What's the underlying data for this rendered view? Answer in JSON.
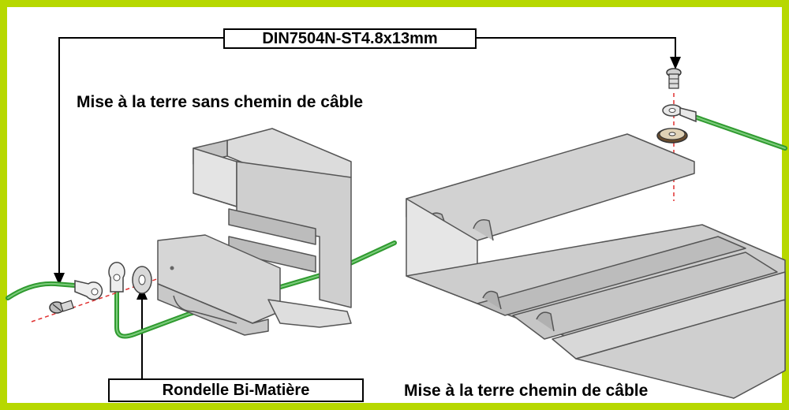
{
  "callout_screw": "DIN7504N-ST4.8x13mm",
  "callout_washer": "Rondelle Bi-Matière",
  "title_left": "Mise à la terre sans chemin de câble",
  "title_right": "Mise à la terre chemin de câble",
  "colors": {
    "border": "#b7d800",
    "ground_wire": "#2f9a2f",
    "profile": "#cfcfcf",
    "axis": "#e03030"
  }
}
